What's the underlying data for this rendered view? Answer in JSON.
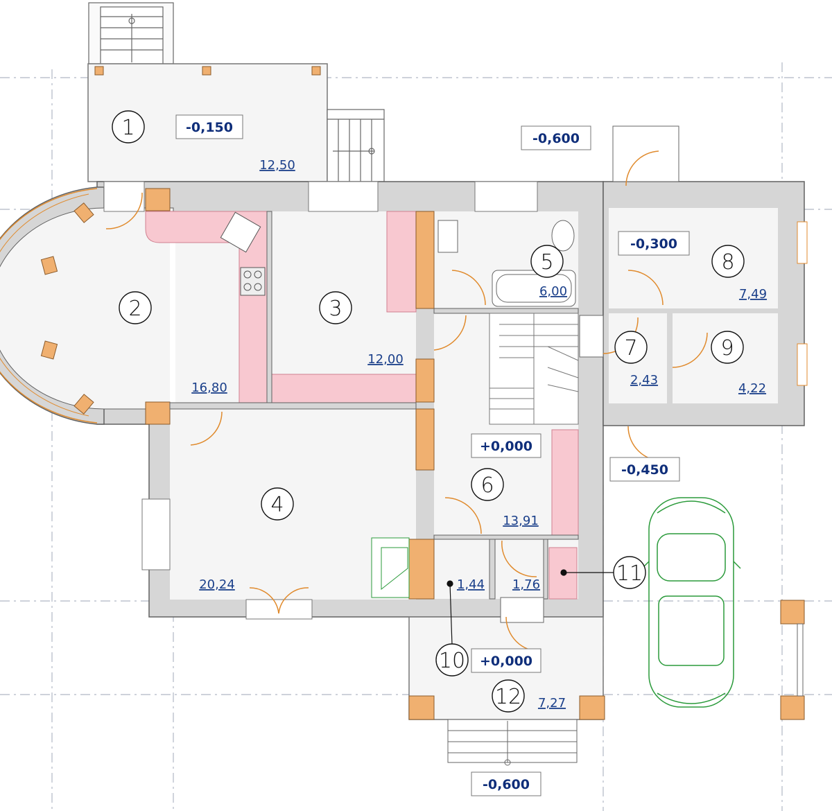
{
  "rooms": [
    {
      "num": "1",
      "area": "12,50"
    },
    {
      "num": "2",
      "area": "16,80"
    },
    {
      "num": "3",
      "area": "12,00"
    },
    {
      "num": "4",
      "area": "20,24"
    },
    {
      "num": "5",
      "area": "6,00"
    },
    {
      "num": "6",
      "area": "13,91"
    },
    {
      "num": "7",
      "area": "2,43"
    },
    {
      "num": "8",
      "area": "7,49"
    },
    {
      "num": "9",
      "area": "4,22"
    },
    {
      "num": "10",
      "area": "1,44"
    },
    {
      "num": "11",
      "area": "1,76"
    },
    {
      "num": "12",
      "area": "7,27"
    }
  ],
  "levels": {
    "terrace": "-0,150",
    "yard_top": "-0,600",
    "garage": "-0,300",
    "side_entry": "-0,450",
    "hall": "+0,000",
    "porch": "+0,000",
    "front_steps": "-0,600"
  },
  "colors": {
    "wall_fill": "#d6d6d6",
    "wall_stroke": "#606060",
    "column": "#f0b070",
    "kitchen": "#f8c8d0",
    "floor": "#f5f5f5",
    "door": "#e08a2c",
    "axis": "#b0b8c4",
    "text_blue": "#0f2e7a",
    "car": "#2a9a3a"
  }
}
